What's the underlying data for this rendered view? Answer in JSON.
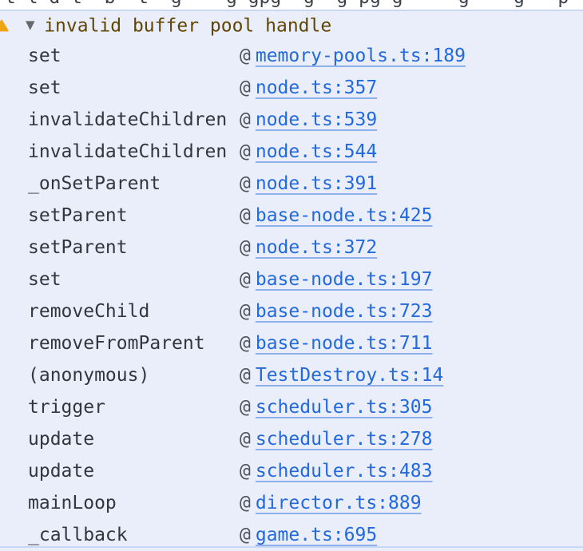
{
  "colors": {
    "page_bg": "#ffffff",
    "selected_block_bg": "#e9eefa",
    "selected_block_border": "#c9d8f4",
    "warning_text": "#5f4604",
    "warning_icon_fill": "#efa412",
    "disclosure_arrow": "#666a6e",
    "function_text": "#32373e",
    "at_text": "#505459",
    "link_text": "#2269de",
    "link_underline": "#8fb0ea",
    "clipped_text": "#3c4149"
  },
  "previous_line": {
    "clipped_text": "t l d t  b  t  g    g gpg  g  g pg g     g    g   p   g    g"
  },
  "warning": {
    "disclosure_arrow": "▼",
    "text": "invalid buffer pool handle",
    "icon": "warning-triangle-icon"
  },
  "stack": {
    "separator": "@",
    "frames": [
      {
        "fn": "set",
        "loc": "memory-pools.ts:189"
      },
      {
        "fn": "set",
        "loc": "node.ts:357"
      },
      {
        "fn": "invalidateChildren",
        "loc": "node.ts:539"
      },
      {
        "fn": "invalidateChildren",
        "loc": "node.ts:544"
      },
      {
        "fn": "_onSetParent",
        "loc": "node.ts:391"
      },
      {
        "fn": "setParent",
        "loc": "base-node.ts:425"
      },
      {
        "fn": "setParent",
        "loc": "node.ts:372"
      },
      {
        "fn": "set",
        "loc": "base-node.ts:197"
      },
      {
        "fn": "removeChild",
        "loc": "base-node.ts:723"
      },
      {
        "fn": "removeFromParent",
        "loc": "base-node.ts:711"
      },
      {
        "fn": "(anonymous)",
        "loc": "TestDestroy.ts:14"
      },
      {
        "fn": "trigger",
        "loc": "scheduler.ts:305"
      },
      {
        "fn": "update",
        "loc": "scheduler.ts:278"
      },
      {
        "fn": "update",
        "loc": "scheduler.ts:483"
      },
      {
        "fn": "mainLoop",
        "loc": "director.ts:889"
      },
      {
        "fn": "_callback",
        "loc": "game.ts:695"
      }
    ]
  }
}
